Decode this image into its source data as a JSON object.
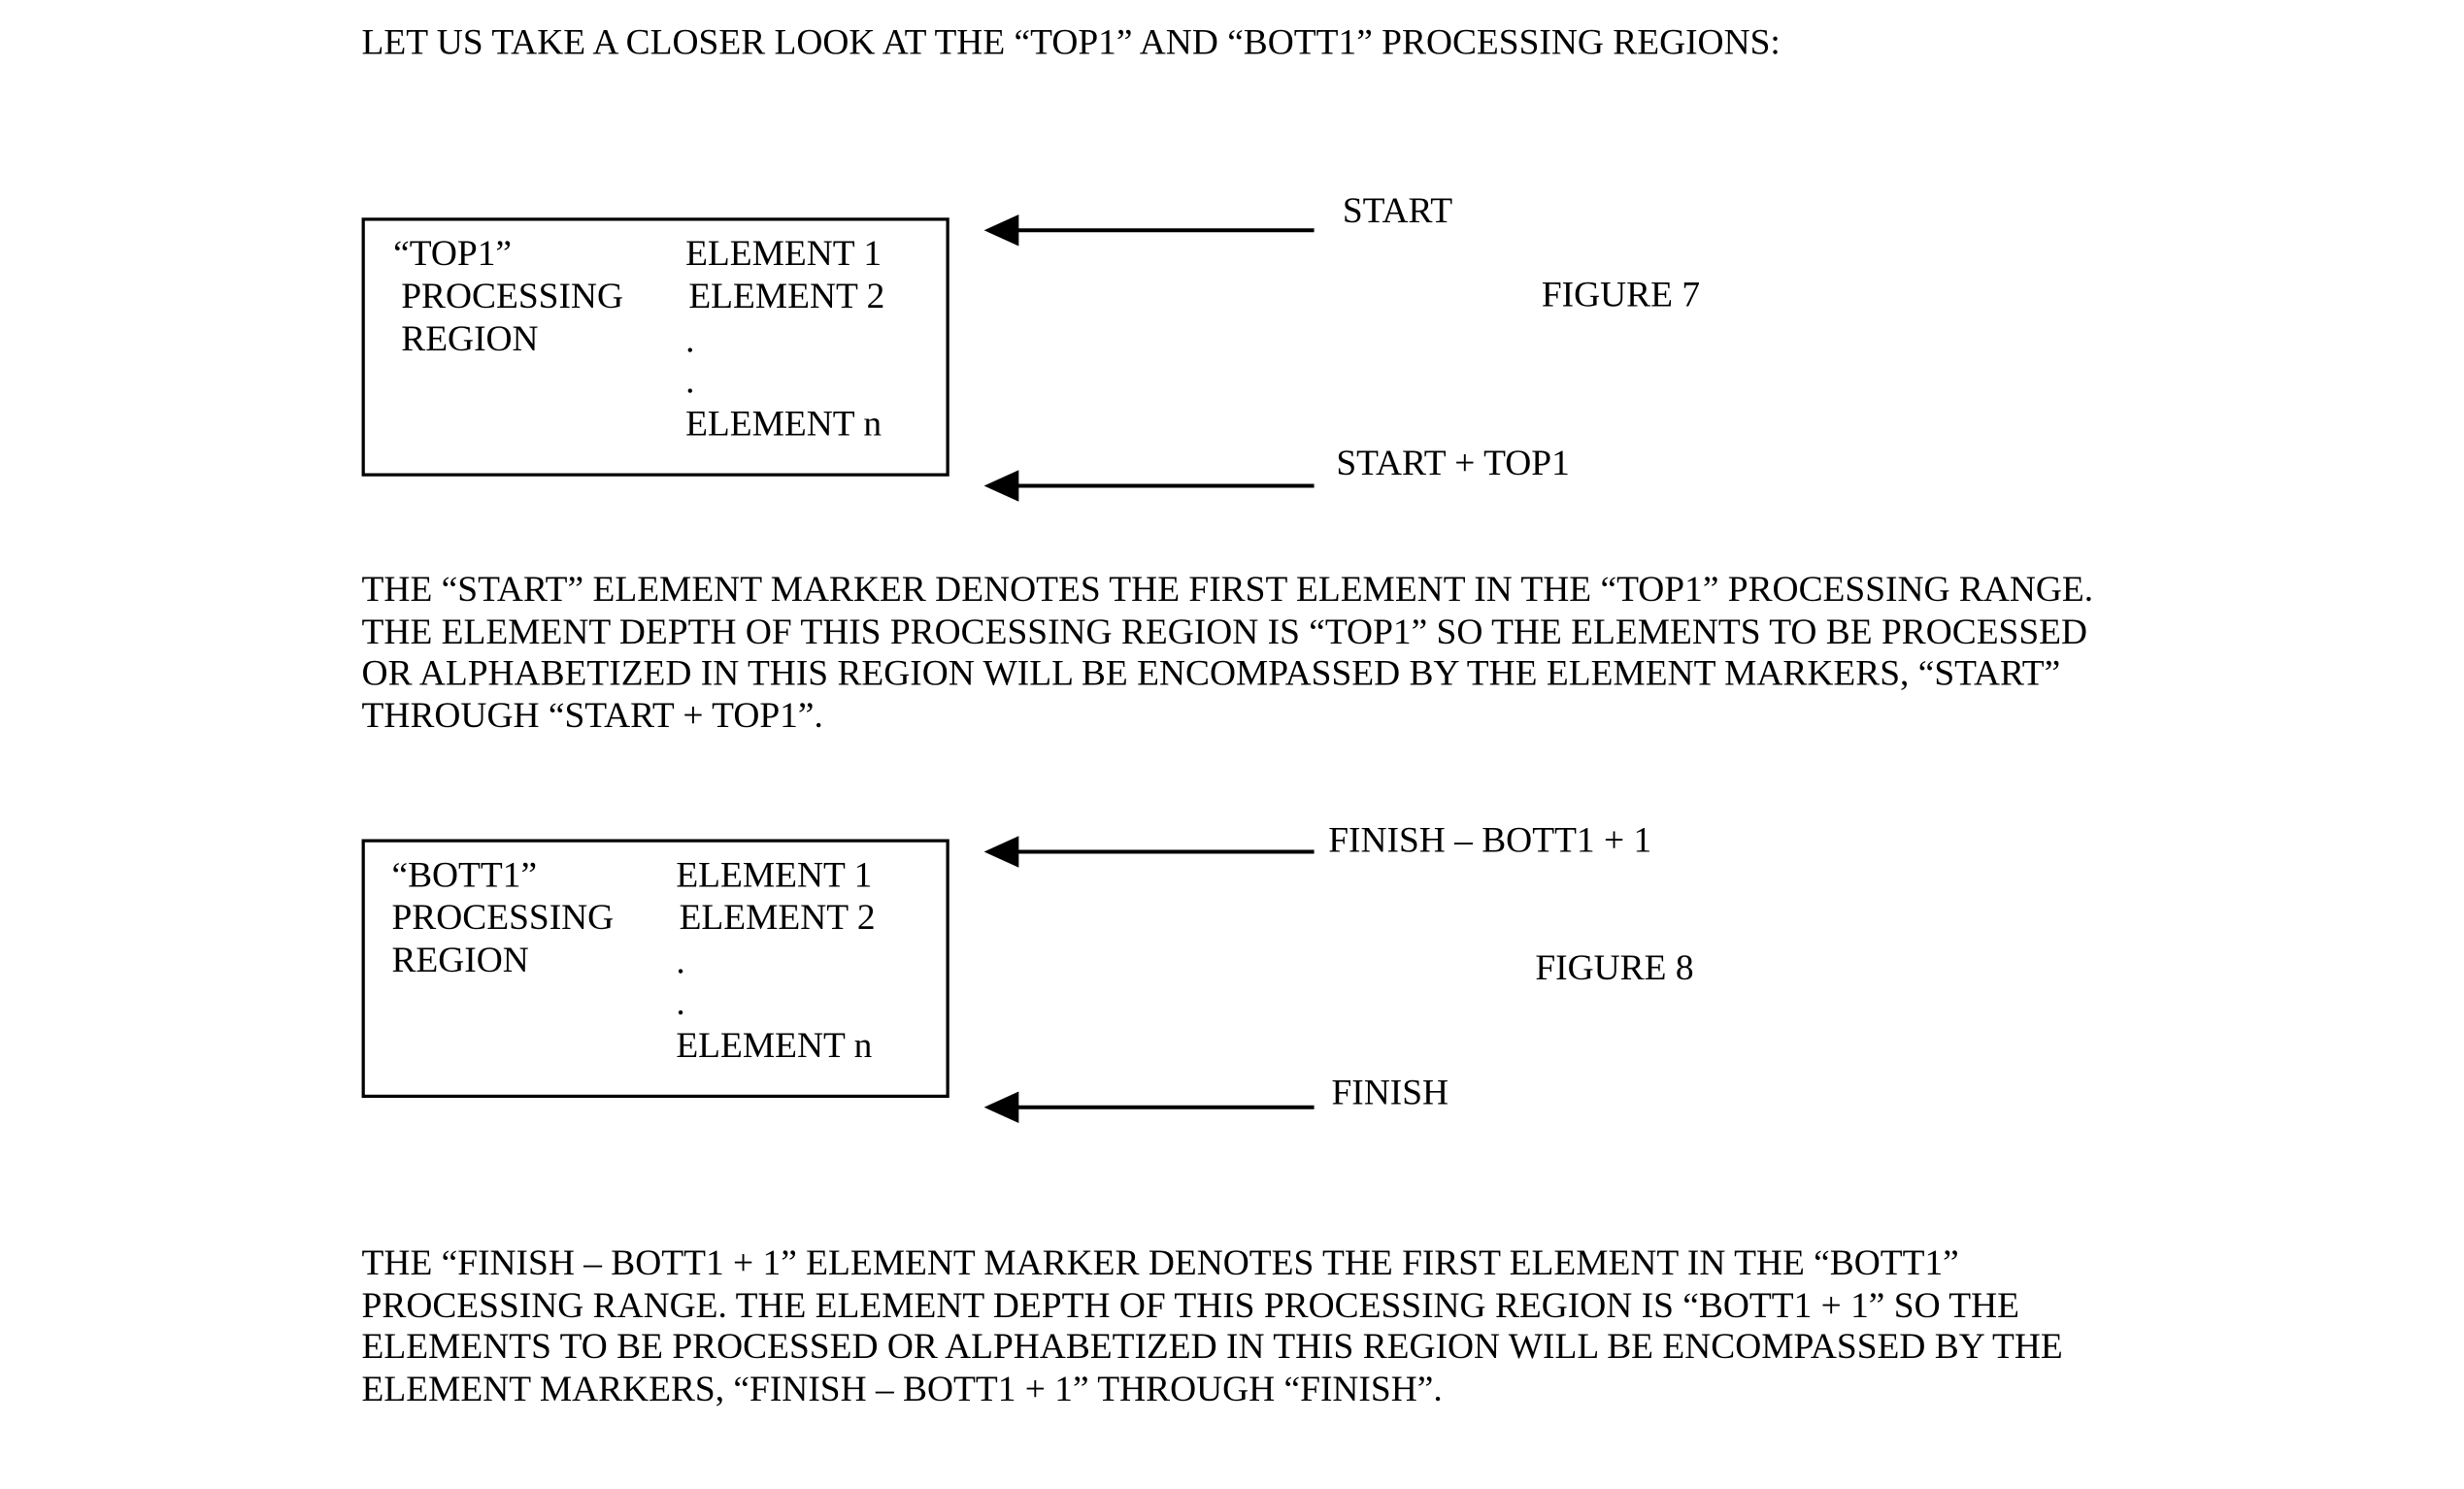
{
  "heading": "LET US TAKE A CLOSER LOOK AT THE “TOP1” AND “BOTT1” PROCESSING REGIONS:",
  "figure7": {
    "label": "FIGURE 7",
    "region_lines": [
      "“TOP1”",
      "PROCESSING",
      "REGION"
    ],
    "elements": [
      "ELEMENT 1",
      "ELEMENT 2",
      ".",
      ".",
      "ELEMENT n"
    ],
    "marker_top": "START",
    "marker_bottom": "START + TOP1"
  },
  "paragraph1": [
    "THE “START” ELEMENT MARKER DENOTES THE FIRST ELEMENT IN THE “TOP1” PROCESSING RANGE.",
    "THE ELEMENT DEPTH OF THIS PROCESSING REGION IS “TOP1” SO THE ELEMENTS TO BE PROCESSED",
    "OR ALPHABETIZED IN THIS REGION WILL BE ENCOMPASSED BY THE ELEMENT MARKERS, “START”",
    "THROUGH “START + TOP1”."
  ],
  "figure8": {
    "label": "FIGURE 8",
    "region_lines": [
      "“BOTT1”",
      "PROCESSING",
      "REGION"
    ],
    "elements": [
      "ELEMENT 1",
      "ELEMENT 2",
      ".",
      ".",
      "ELEMENT n"
    ],
    "marker_top": "FINISH – BOTT1 + 1",
    "marker_bottom": "FINISH"
  },
  "paragraph2": [
    "THE “FINISH – BOTT1 + 1” ELEMENT MARKER DENOTES THE FIRST ELEMENT IN THE “BOTT1”",
    "PROCESSING RANGE. THE ELEMENT DEPTH OF THIS PROCESSING REGION IS “BOTT1 + 1” SO THE",
    "ELEMENTS TO BE PROCESSED OR ALPHABETIZED IN THIS REGION WILL BE ENCOMPASSED BY THE",
    "ELEMENT MARKERS, “FINISH – BOTT1 + 1” THROUGH “FINISH”."
  ]
}
